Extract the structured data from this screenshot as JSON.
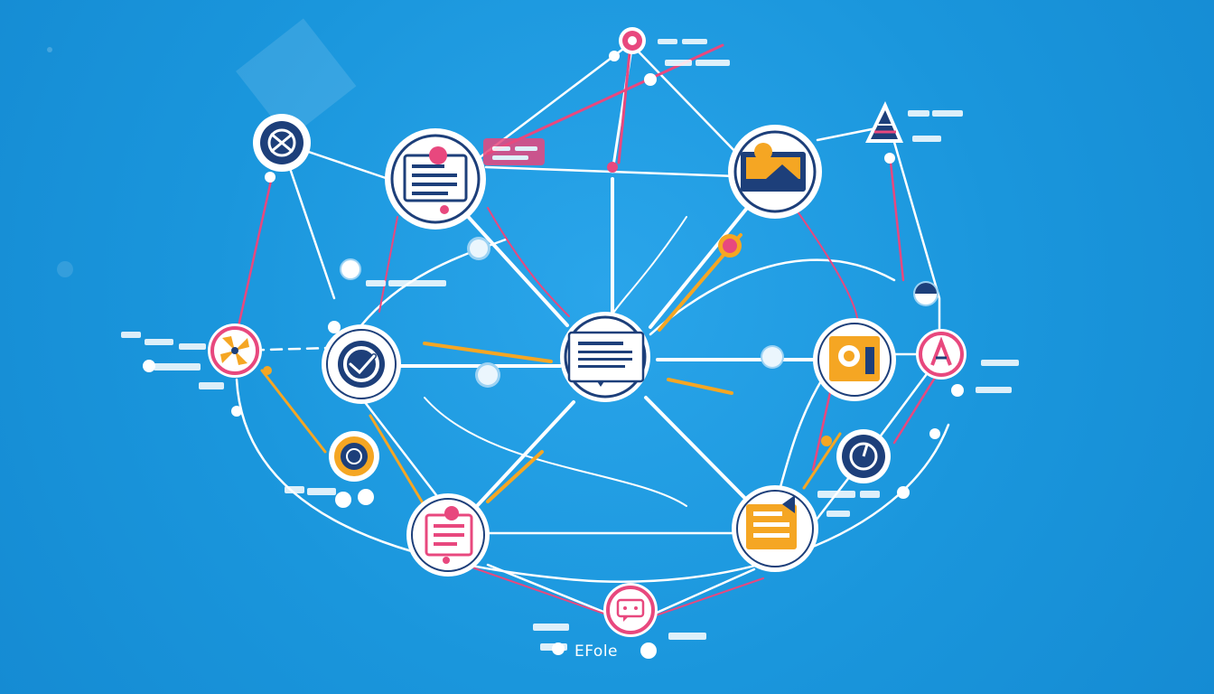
{
  "diagram": {
    "caption": "EFole",
    "colors": {
      "background": "#1a96dc",
      "connector": "#ffffff",
      "accent_pink": "#e8487e",
      "accent_orange": "#f5a623",
      "icon_navy": "#1d3f7a"
    },
    "nodes": [
      {
        "id": "center-document",
        "icon": "document-icon"
      },
      {
        "id": "web-article",
        "icon": "article-icon"
      },
      {
        "id": "media-panel",
        "icon": "image-panel-icon"
      },
      {
        "id": "check-badge",
        "icon": "check-circle-icon"
      },
      {
        "id": "photo-frame",
        "icon": "photo-icon"
      },
      {
        "id": "todo-list",
        "icon": "checklist-icon"
      },
      {
        "id": "report-sheet",
        "icon": "report-icon"
      },
      {
        "id": "globe",
        "icon": "globe-icon"
      },
      {
        "id": "fan",
        "icon": "fan-icon"
      },
      {
        "id": "font-badge",
        "icon": "font-icon"
      },
      {
        "id": "gauge",
        "icon": "gauge-icon"
      },
      {
        "id": "at-symbol",
        "icon": "at-sign-icon"
      },
      {
        "id": "triangle-warning",
        "icon": "warning-triangle-icon"
      },
      {
        "id": "key-top",
        "icon": "key-icon"
      },
      {
        "id": "chat-bottom",
        "icon": "chat-icon"
      }
    ]
  }
}
